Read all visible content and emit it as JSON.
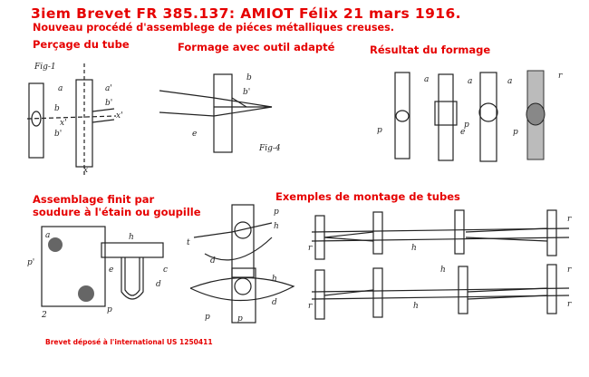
{
  "title": "3iem Brevet FR 385.137: AMIOT Félix 21 mars 1916.",
  "subtitle": "Nouveau procédé d'assemblege de piéces métalliques creuses.",
  "sections": {
    "percage": "Perçage du tube",
    "formage": "Formage avec outil adapté",
    "resultat": "Résultat du formage",
    "assemblage_line1": "Assemblage finit par",
    "assemblage_line2": "soudure à l'étain ou goupille",
    "exemples": "Exemples de montage de tubes"
  },
  "footer": "Brevet déposé à l'international US 1250411",
  "figure_labels": {
    "fig1": "Fig-1",
    "fig4": "Fig-4"
  },
  "colors": {
    "heading": "#e60000",
    "ink": "#222222",
    "background": "#ffffff"
  }
}
